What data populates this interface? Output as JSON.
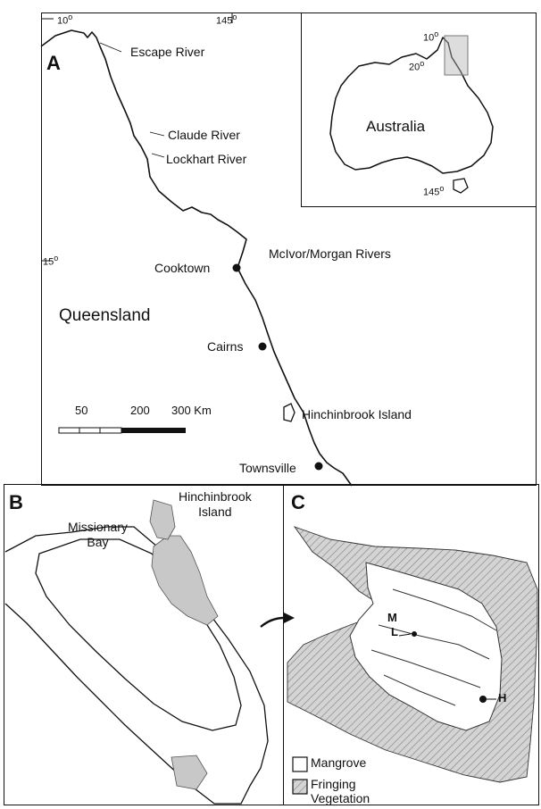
{
  "panel_a": {
    "letter": "A",
    "lat_10": "10",
    "long_145": "145",
    "lat_15": "15",
    "region_label": "Queensland",
    "places": {
      "escape_river": "Escape River",
      "claude_river": "Claude River",
      "lockhart_river": "Lockhart River",
      "mcivor_morgan": "McIvor/Morgan Rivers",
      "cooktown": "Cooktown",
      "cairns": "Cairns",
      "hinchinbrook": "Hinchinbrook Island",
      "townsville": "Townsville"
    },
    "scale": {
      "tick_50": "50",
      "tick_200": "200",
      "tick_300": "300 Km"
    }
  },
  "inset": {
    "lat_10": "10",
    "lat_20": "20",
    "long_145": "145",
    "country_label": "Australia"
  },
  "panel_b": {
    "letter": "B",
    "hinchinbrook_line1": "Hinchinbrook",
    "hinchinbrook_line2": "Island",
    "missionary_line1": "Missionary",
    "missionary_line2": "Bay"
  },
  "panel_c": {
    "letter": "C",
    "marker_m": "M",
    "marker_l": "L",
    "marker_h": "H",
    "legend": {
      "mangrove": "Mangrove",
      "fringing_line1": "Fringing",
      "fringing_line2": "Vegetation"
    }
  },
  "colors": {
    "ink": "#111111",
    "shade": "#c8c8c8",
    "paper": "#ffffff"
  }
}
